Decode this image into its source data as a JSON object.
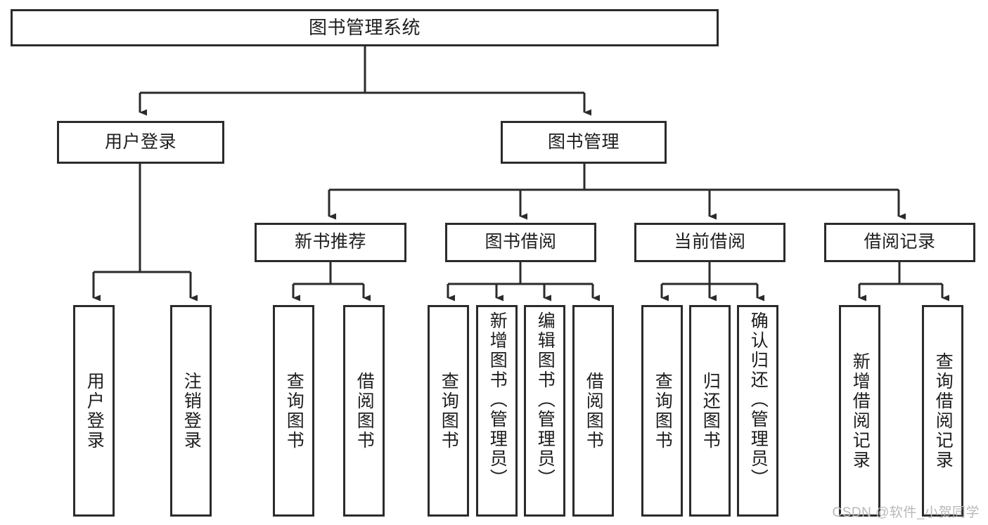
{
  "diagram": {
    "type": "tree-hierarchy-chart",
    "title": "图书管理系统",
    "stroke_color": "#2b2b2b",
    "fill_color": "#ffffff",
    "text_color": "#1d1d1d",
    "levels": 4,
    "root": {
      "label": "图书管理系统"
    },
    "level2": [
      {
        "label": "用户登录"
      },
      {
        "label": "图书管理"
      }
    ],
    "level3": [
      {
        "label": "新书推荐"
      },
      {
        "label": "图书借阅"
      },
      {
        "label": "当前借阅"
      },
      {
        "label": "借阅记录"
      }
    ],
    "leaves": [
      {
        "label": "用户登录",
        "parent": "用户登录"
      },
      {
        "label": "注销登录",
        "parent": "用户登录"
      },
      {
        "label": "查询图书",
        "parent": "新书推荐"
      },
      {
        "label": "借阅图书",
        "parent": "新书推荐"
      },
      {
        "label": "查询图书",
        "parent": "图书借阅"
      },
      {
        "label": "新增图书（管理员）",
        "parent": "图书借阅"
      },
      {
        "label": "编辑图书（管理员）",
        "parent": "图书借阅"
      },
      {
        "label": "借阅图书",
        "parent": "图书借阅"
      },
      {
        "label": "查询图书",
        "parent": "当前借阅"
      },
      {
        "label": "归还图书",
        "parent": "当前借阅"
      },
      {
        "label": "确认归还（管理员）",
        "parent": "当前借阅"
      },
      {
        "label": "新增借阅记录",
        "parent": "借阅记录"
      },
      {
        "label": "查询借阅记录",
        "parent": "借阅记录"
      }
    ]
  },
  "watermark": {
    "text": "CSDN @软件_小贺同学"
  }
}
